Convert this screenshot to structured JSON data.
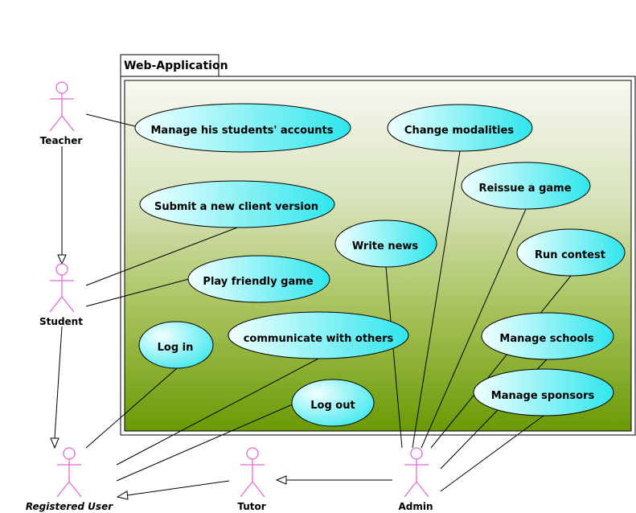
{
  "package": {
    "name": "Web-Application"
  },
  "actors": {
    "teacher": "Teacher",
    "student": "Student",
    "registered_user": "Registered User",
    "tutor": "Tutor",
    "admin": "Admin"
  },
  "use_cases": {
    "manage_students": "Manage his students' accounts",
    "change_modalities": "Change modalities",
    "reissue_game": "Reissue a game",
    "submit_client": "Submit a new client version",
    "write_news": "Write news",
    "run_contest": "Run contest",
    "play_friendly": "Play friendly game",
    "log_in": "Log in",
    "communicate": "communicate with others",
    "manage_schools": "Manage schools",
    "log_out": "Log out",
    "manage_sponsors": "Manage sponsors"
  },
  "colors": {
    "actor_stroke": "#e36ad8",
    "package_gradient_top": "#f8f8f2",
    "package_gradient_bottom": "#6a9a05",
    "usecase_gradient_light": "#f2ffff",
    "usecase_gradient_dark": "#2ee6ec"
  }
}
